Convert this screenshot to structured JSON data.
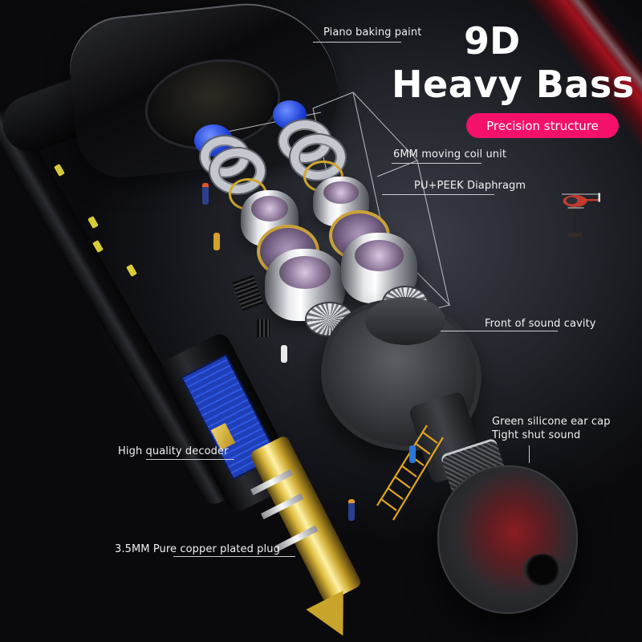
{
  "headline": {
    "line1": "9D",
    "line2": "Heavy Bass",
    "badge": "Precision structure"
  },
  "callouts": {
    "piano_paint": "Piano baking paint",
    "coil_unit": "6MM moving coil unit",
    "diaphragm": "PU+PEEK Diaphragm",
    "sound_cavity": "Front of sound cavity",
    "ear_cap_line1": "Green silicone ear cap",
    "ear_cap_line2": "Tight shut sound",
    "decoder": "High quality decoder",
    "plug": "3.5MM Pure copper plated plug"
  },
  "colors": {
    "badge_bg": "#f5106a",
    "text": "#ffffff",
    "background": "#1b1c21",
    "accent_red": "#b0121f",
    "gold": "#d9b73a",
    "pcb_blue": "#2f58e0"
  }
}
